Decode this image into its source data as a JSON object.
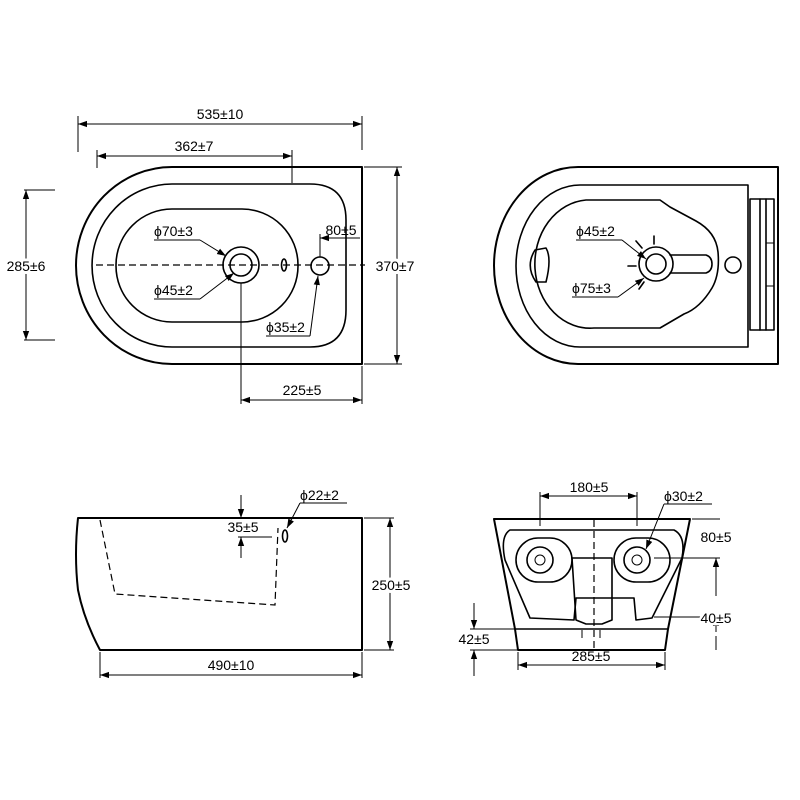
{
  "top_view": {
    "overall_length": "535±10",
    "inner_length": "362±7",
    "height_left": "285±6",
    "height_right": "370±7",
    "small_hole_offset": "80±5",
    "outer_dia": "ϕ70±3",
    "inner_dia": "ϕ45±2",
    "side_hole_dia": "ϕ35±2",
    "center_offset": "225±5"
  },
  "under_view": {
    "inner_dia": "ϕ45±2",
    "outer_dia": "ϕ75±3"
  },
  "side_view": {
    "overflow_dia": "ϕ22±2",
    "overflow_height": "35±5",
    "height": "250±5",
    "length": "490±10"
  },
  "rear_view": {
    "hole_spacing": "180±5",
    "hole_dia": "ϕ30±2",
    "top_offset": "80±5",
    "bottom_offset": "40±5",
    "base_height": "42±5",
    "base_width": "285±5"
  }
}
